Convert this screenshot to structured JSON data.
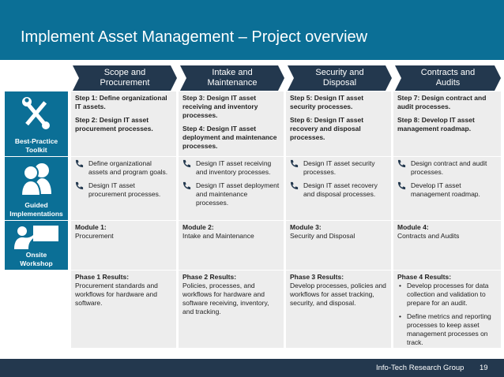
{
  "slide": {
    "title": "Implement Asset Management – Project overview",
    "footer_org": "Info-Tech Research Group",
    "page_number": "19"
  },
  "colors": {
    "header": "#0b6f96",
    "chevron": "#23384e",
    "cell": "#ededed",
    "footer": "#23384e"
  },
  "phases": [
    {
      "label": "Scope and\nProcurement"
    },
    {
      "label": "Intake and\nMaintenance"
    },
    {
      "label": "Security and\nDisposal"
    },
    {
      "label": "Contracts and\nAudits"
    }
  ],
  "rows": [
    {
      "label": "Best-Practice\nToolkit",
      "icon": "tools-icon"
    },
    {
      "label": "Guided\nImplementations",
      "icon": "people-icon"
    },
    {
      "label": "Onsite\nWorkshop",
      "icon": "presenter-icon"
    }
  ],
  "toolkit": [
    {
      "steps": [
        "Step 1: Define organizational IT assets.",
        "Step 2: Design IT asset procurement processes."
      ]
    },
    {
      "steps": [
        "Step 3: Design IT asset receiving and inventory processes.",
        "Step 4: Design IT asset deployment and maintenance processes."
      ]
    },
    {
      "steps": [
        "Step 5: Design IT asset security processes.",
        "Step 6: Design IT asset recovery and disposal processes."
      ]
    },
    {
      "steps": [
        "Step 7: Design contract and audit processes.",
        "Step 8: Develop IT asset management roadmap."
      ]
    }
  ],
  "guided": [
    {
      "items": [
        "Define organizational assets and program goals.",
        "Design IT asset procurement processes."
      ]
    },
    {
      "items": [
        "Design IT asset receiving and inventory processes.",
        "Design IT asset deployment and maintenance processes."
      ]
    },
    {
      "items": [
        "Design IT asset security processes.",
        "Design IT asset recovery and disposal processes."
      ]
    },
    {
      "items": [
        "Design contract and audit processes.",
        "Develop IT asset management roadmap."
      ]
    }
  ],
  "modules": [
    {
      "title": "Module 1:",
      "name": "Procurement"
    },
    {
      "title": "Module 2:",
      "name": "Intake and Maintenance"
    },
    {
      "title": "Module 3:",
      "name": "Security and Disposal"
    },
    {
      "title": "Module 4:",
      "name": "Contracts and Audits"
    }
  ],
  "results": [
    {
      "title": "Phase 1 Results:",
      "text": "Procurement standards and workflows for hardware and software."
    },
    {
      "title": "Phase 2 Results:",
      "text": "Policies, processes, and workflows for hardware and software receiving, inventory, and tracking."
    },
    {
      "title": "Phase 3 Results:",
      "text": "Develop processes, policies and workflows for asset tracking, security, and disposal."
    },
    {
      "title": "Phase 4 Results:",
      "bullets": [
        "Develop processes for data collection and validation to prepare for an audit.",
        "Define metrics and reporting processes to keep asset management processes on track."
      ]
    }
  ]
}
